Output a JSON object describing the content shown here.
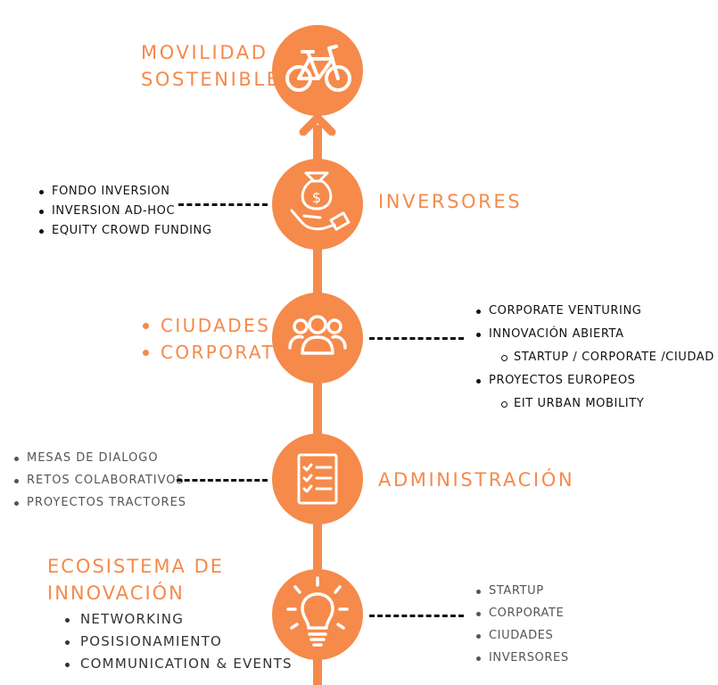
{
  "colors": {
    "accent": "#F58A4B",
    "text_dark": "#111111",
    "text_gray": "#555555"
  },
  "stages": {
    "movilidad": {
      "title_lines": [
        "MOVILIDAD",
        "SOSTENIBLE"
      ],
      "icon": "bicycle-icon"
    },
    "inversores": {
      "title": "INVERSORES",
      "icon": "money-bag-hand-icon",
      "items": [
        "FONDO INVERSION",
        "INVERSION AD-HOC",
        "EQUITY CROWD FUNDING"
      ]
    },
    "ciudades_corporate": {
      "labels": [
        "CIUDADES",
        "CORPORATE"
      ],
      "icon": "group-people-icon",
      "items": [
        {
          "text": "CORPORATE VENTURING",
          "level": 1
        },
        {
          "text": "INNOVACIÓN ABIERTA",
          "level": 1
        },
        {
          "text": "STARTUP / CORPORATE /CIUDAD",
          "level": 2
        },
        {
          "text": "PROYECTOS EUROPEOS",
          "level": 1
        },
        {
          "text": "EIT URBAN MOBILITY",
          "level": 2
        }
      ]
    },
    "administracion": {
      "title": "ADMINISTRACIÓN",
      "icon": "checklist-icon",
      "items": [
        "MESAS DE DIALOGO",
        "RETOS COLABORATIVOS",
        "PROYECTOS TRACTORES"
      ]
    },
    "ecosistema": {
      "title_lines": [
        "ECOSISTEMA DE",
        "INNOVACIÓN"
      ],
      "icon": "lightbulb-icon",
      "items": [
        "NETWORKING",
        "POSISIONAMIENTO",
        "COMMUNICATION & EVENTS"
      ],
      "side_items": [
        "STARTUP",
        "CORPORATE",
        "CIUDADES",
        "INVERSORES"
      ]
    }
  }
}
